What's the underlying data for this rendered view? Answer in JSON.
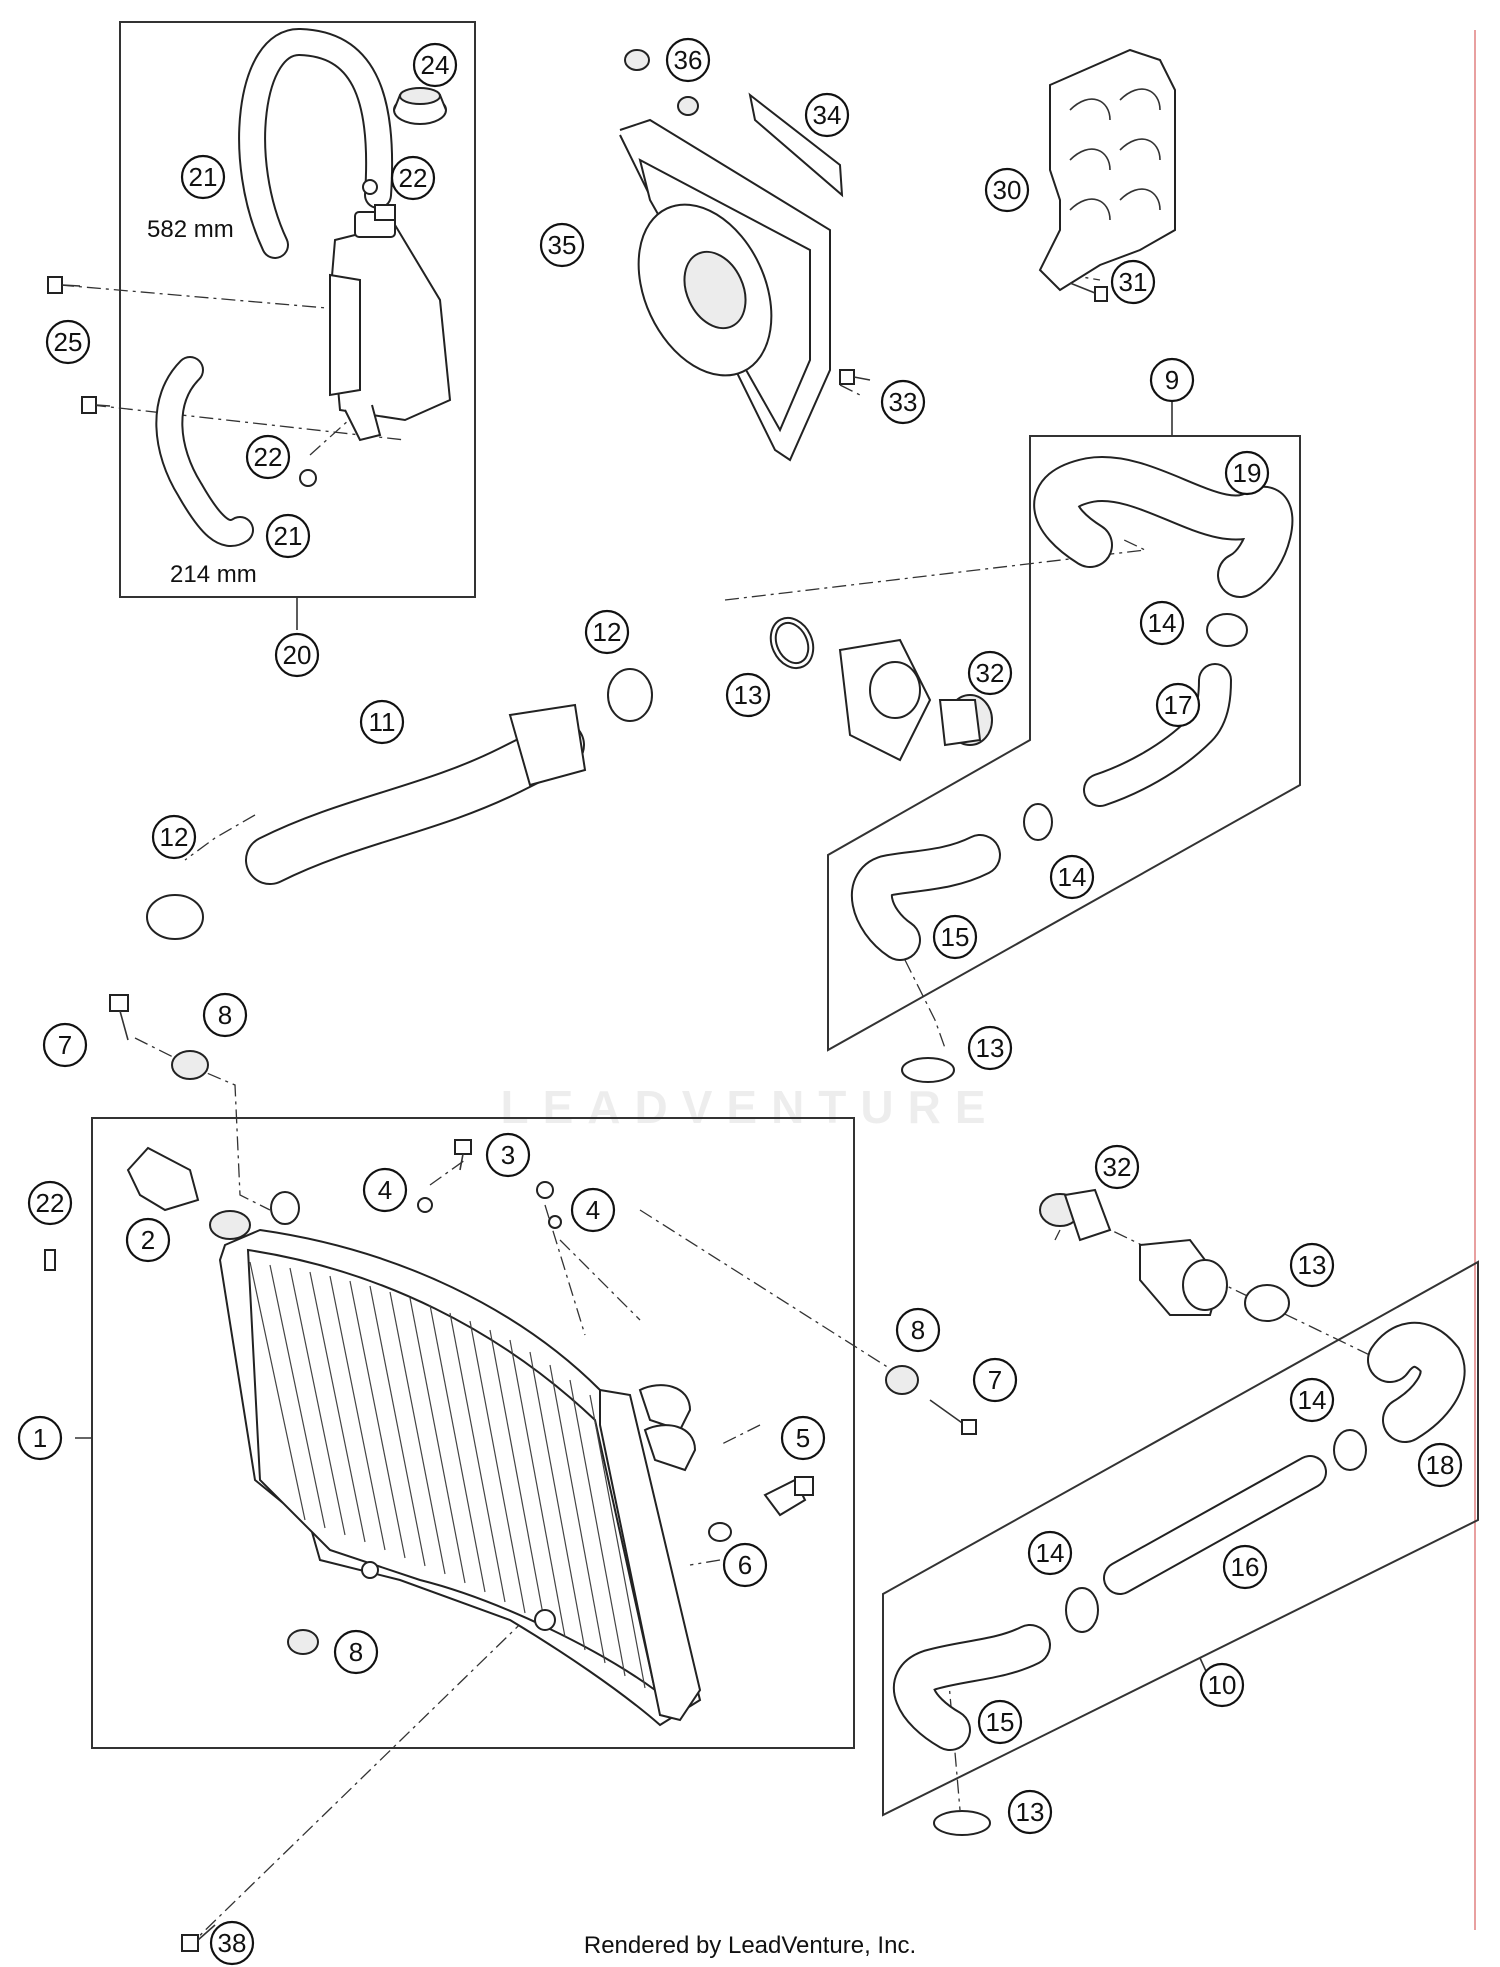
{
  "callouts": [
    {
      "id": "c1",
      "label": "1"
    },
    {
      "id": "c2",
      "label": "2"
    },
    {
      "id": "c3",
      "label": "3"
    },
    {
      "id": "c4a",
      "label": "4"
    },
    {
      "id": "c4b",
      "label": "4"
    },
    {
      "id": "c5",
      "label": "5"
    },
    {
      "id": "c6",
      "label": "6"
    },
    {
      "id": "c7a",
      "label": "7"
    },
    {
      "id": "c7b",
      "label": "7"
    },
    {
      "id": "c8a",
      "label": "8"
    },
    {
      "id": "c8b",
      "label": "8"
    },
    {
      "id": "c8c",
      "label": "8"
    },
    {
      "id": "c9",
      "label": "9"
    },
    {
      "id": "c10",
      "label": "10"
    },
    {
      "id": "c11",
      "label": "11"
    },
    {
      "id": "c12a",
      "label": "12"
    },
    {
      "id": "c12b",
      "label": "12"
    },
    {
      "id": "c13a",
      "label": "13"
    },
    {
      "id": "c13b",
      "label": "13"
    },
    {
      "id": "c13c",
      "label": "13"
    },
    {
      "id": "c13d",
      "label": "13"
    },
    {
      "id": "c14a",
      "label": "14"
    },
    {
      "id": "c14b",
      "label": "14"
    },
    {
      "id": "c14c",
      "label": "14"
    },
    {
      "id": "c14d",
      "label": "14"
    },
    {
      "id": "c15a",
      "label": "15"
    },
    {
      "id": "c15b",
      "label": "15"
    },
    {
      "id": "c16",
      "label": "16"
    },
    {
      "id": "c17",
      "label": "17"
    },
    {
      "id": "c18",
      "label": "18"
    },
    {
      "id": "c19",
      "label": "19"
    },
    {
      "id": "c20",
      "label": "20"
    },
    {
      "id": "c21a",
      "label": "21"
    },
    {
      "id": "c21b",
      "label": "21"
    },
    {
      "id": "c22a",
      "label": "22"
    },
    {
      "id": "c22b",
      "label": "22"
    },
    {
      "id": "c22c",
      "label": "22"
    },
    {
      "id": "c24",
      "label": "24"
    },
    {
      "id": "c25",
      "label": "25"
    },
    {
      "id": "c30",
      "label": "30"
    },
    {
      "id": "c31",
      "label": "31"
    },
    {
      "id": "c32a",
      "label": "32"
    },
    {
      "id": "c32b",
      "label": "32"
    },
    {
      "id": "c33",
      "label": "33"
    },
    {
      "id": "c34",
      "label": "34"
    },
    {
      "id": "c35",
      "label": "35"
    },
    {
      "id": "c36",
      "label": "36"
    },
    {
      "id": "c38",
      "label": "38"
    }
  ],
  "dimensions": {
    "hose_upper_length": "582 mm",
    "hose_lower_length": "214 mm"
  },
  "watermark": "LEADVENTURE",
  "footer": "Rendered by LeadVenture, Inc."
}
